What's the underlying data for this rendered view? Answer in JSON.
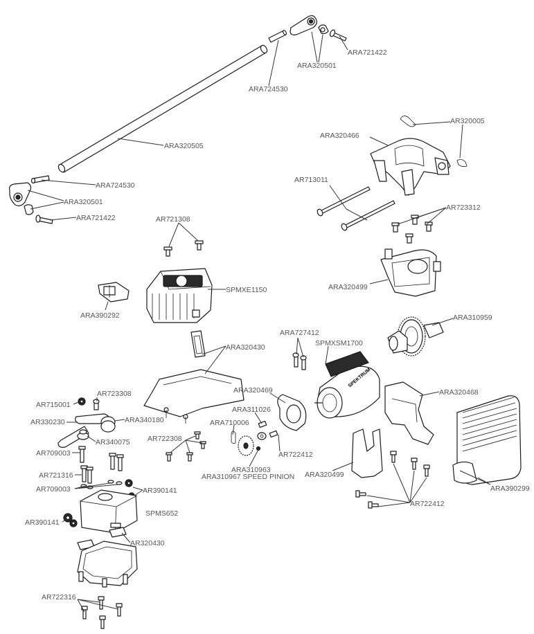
{
  "labels": {
    "ara721422_top": "ARA721422",
    "ara320501_top": "ARA320501",
    "ara724530_top": "ARA724530",
    "ara320505": "ARA320505",
    "ara724530_bot": "ARA724530",
    "ara320501_bot": "ARA320501",
    "ara721422_bot": "ARA721422",
    "ar320005": "AR320005",
    "ara320466": "ARA320466",
    "ar713011": "AR713011",
    "ar723312": "AR723312",
    "ara320499_top": "ARA320499",
    "ar721308": "AR721308",
    "spmxe1150": "SPMXE1150",
    "ara390292": "ARA390292",
    "ara310959": "ARA310959",
    "ara727412": "ARA727412",
    "spmxsm1700": "SPMXSM1700",
    "ara320430_top": "ARA320430",
    "ara320469": "ARA320469",
    "ara311026": "ARA311026",
    "ara710006": "ARA710006",
    "ar722308": "AR722308",
    "ar722412_mid": "AR722412",
    "ara310963": "ARA310963",
    "ara310967": "ARA310967 SPEED PINION",
    "ara320468": "ARA320468",
    "ara320499_bot": "ARA320499",
    "ara390299": "ARA390299",
    "ar722412_bot": "AR722412",
    "ar723308": "AR723308",
    "ar715001": "AR715001",
    "ar330230": "AR330230",
    "ara340180": "ARA340180",
    "ar340075": "AR340075",
    "ar709003_a": "AR709003",
    "ar721316": "AR721316",
    "ar709003_b": "AR709003",
    "ar390141_r": "AR390141",
    "spms652": "SPMS652",
    "ar390141_l": "AR390141",
    "ar320430_bot": "AR320430",
    "ar722316": "AR722316"
  },
  "motor_brand": "SPEKTRUM"
}
